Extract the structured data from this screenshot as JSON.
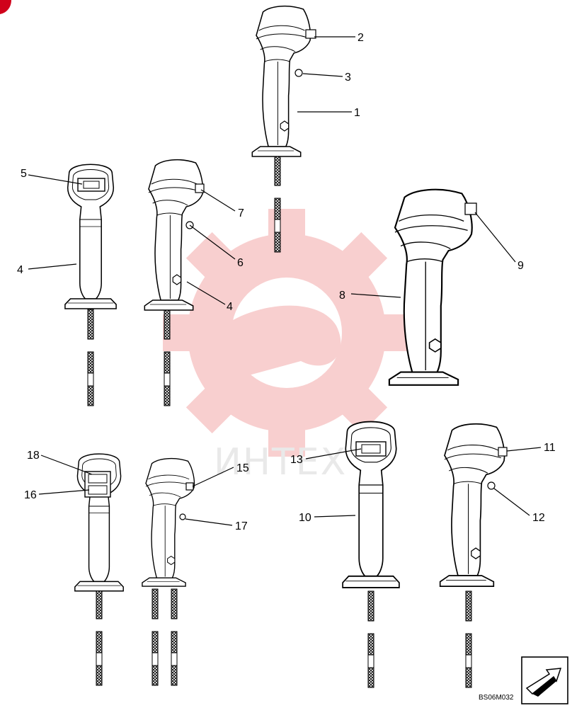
{
  "watermark": {
    "text": "ИНТЕХ",
    "color": "#f7caca"
  },
  "reference_code": "BS06M032",
  "callouts": [
    {
      "id": "c1",
      "label": "1"
    },
    {
      "id": "c2",
      "label": "2"
    },
    {
      "id": "c3",
      "label": "3"
    },
    {
      "id": "c4a",
      "label": "4"
    },
    {
      "id": "c4b",
      "label": "4"
    },
    {
      "id": "c5",
      "label": "5"
    },
    {
      "id": "c6",
      "label": "6"
    },
    {
      "id": "c7",
      "label": "7"
    },
    {
      "id": "c8",
      "label": "8"
    },
    {
      "id": "c9",
      "label": "9"
    },
    {
      "id": "c10",
      "label": "10"
    },
    {
      "id": "c11",
      "label": "11"
    },
    {
      "id": "c12",
      "label": "12"
    },
    {
      "id": "c13",
      "label": "13"
    },
    {
      "id": "c15",
      "label": "15"
    },
    {
      "id": "c16",
      "label": "16"
    },
    {
      "id": "c17",
      "label": "17"
    },
    {
      "id": "c18",
      "label": "18"
    }
  ],
  "icons": {
    "corner_mark": "red-corner-icon",
    "direction_arrow": "arrow-direction-icon"
  }
}
